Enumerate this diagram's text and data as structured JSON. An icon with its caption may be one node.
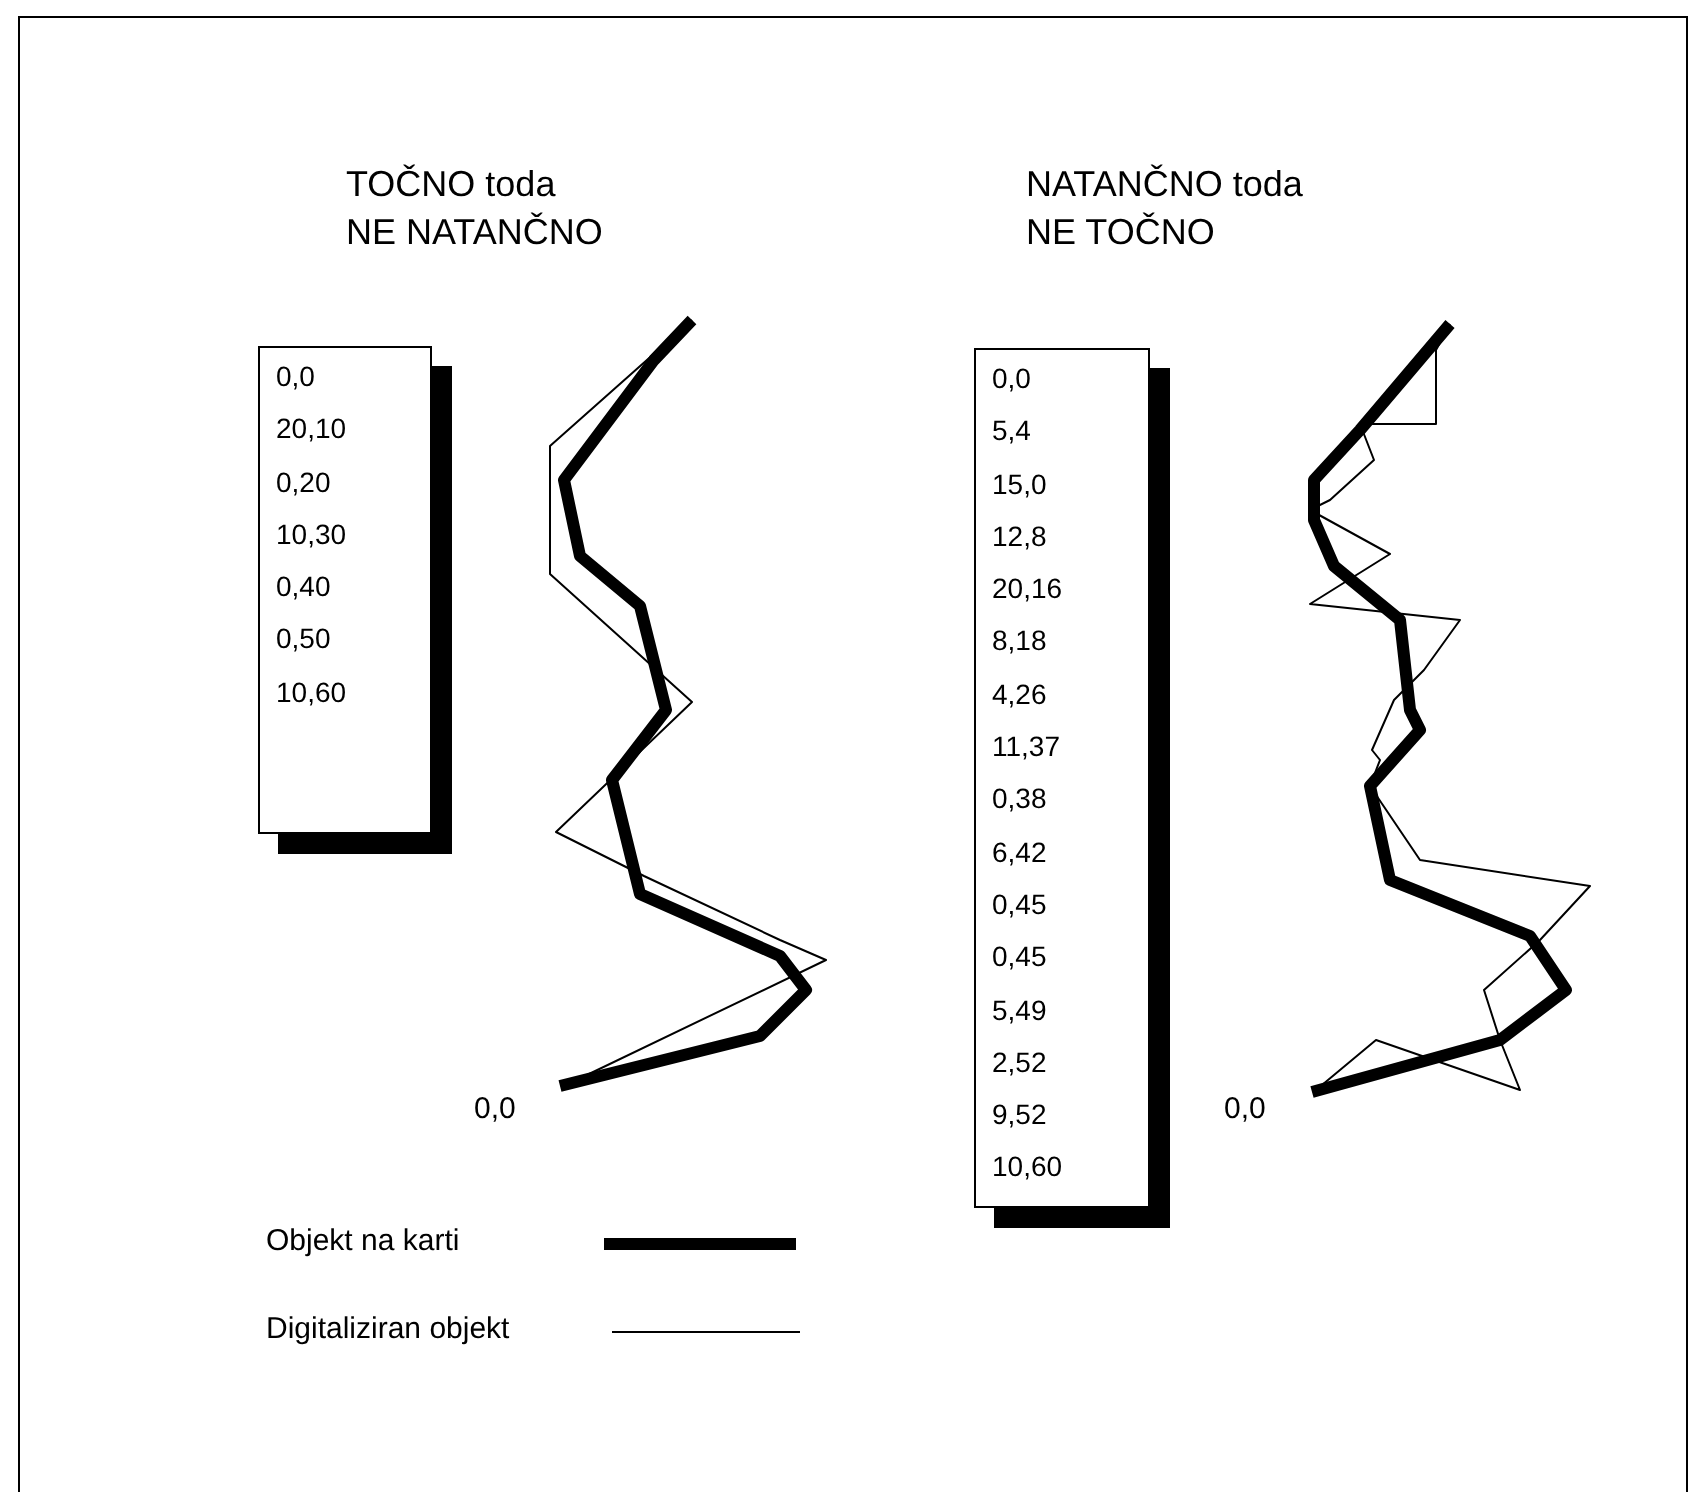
{
  "diagram": {
    "nodes": [
      {
        "text": [
          "0,0",
          "20,10",
          "0,20",
          "10,30",
          "0,40",
          "0,50",
          "10,60"
        ]
      },
      {
        "text": [
          "0,0",
          "5,4",
          "15,0",
          "12,8",
          "20,16",
          "8,18",
          "4,26",
          "11,37",
          "0,38",
          "6,42",
          "0,45",
          "0,45",
          "5,49",
          "2,52",
          "9,52",
          "10,60"
        ]
      }
    ],
    "labels": [
      "TOČNO toda NE NATANČNO",
      "NATANČNO toda NE TOČNO",
      "0,0",
      "0,0"
    ],
    "legend": [
      {
        "text": "Objekt na karti"
      },
      {
        "text": "Digitaliziran objekt"
      }
    ]
  }
}
